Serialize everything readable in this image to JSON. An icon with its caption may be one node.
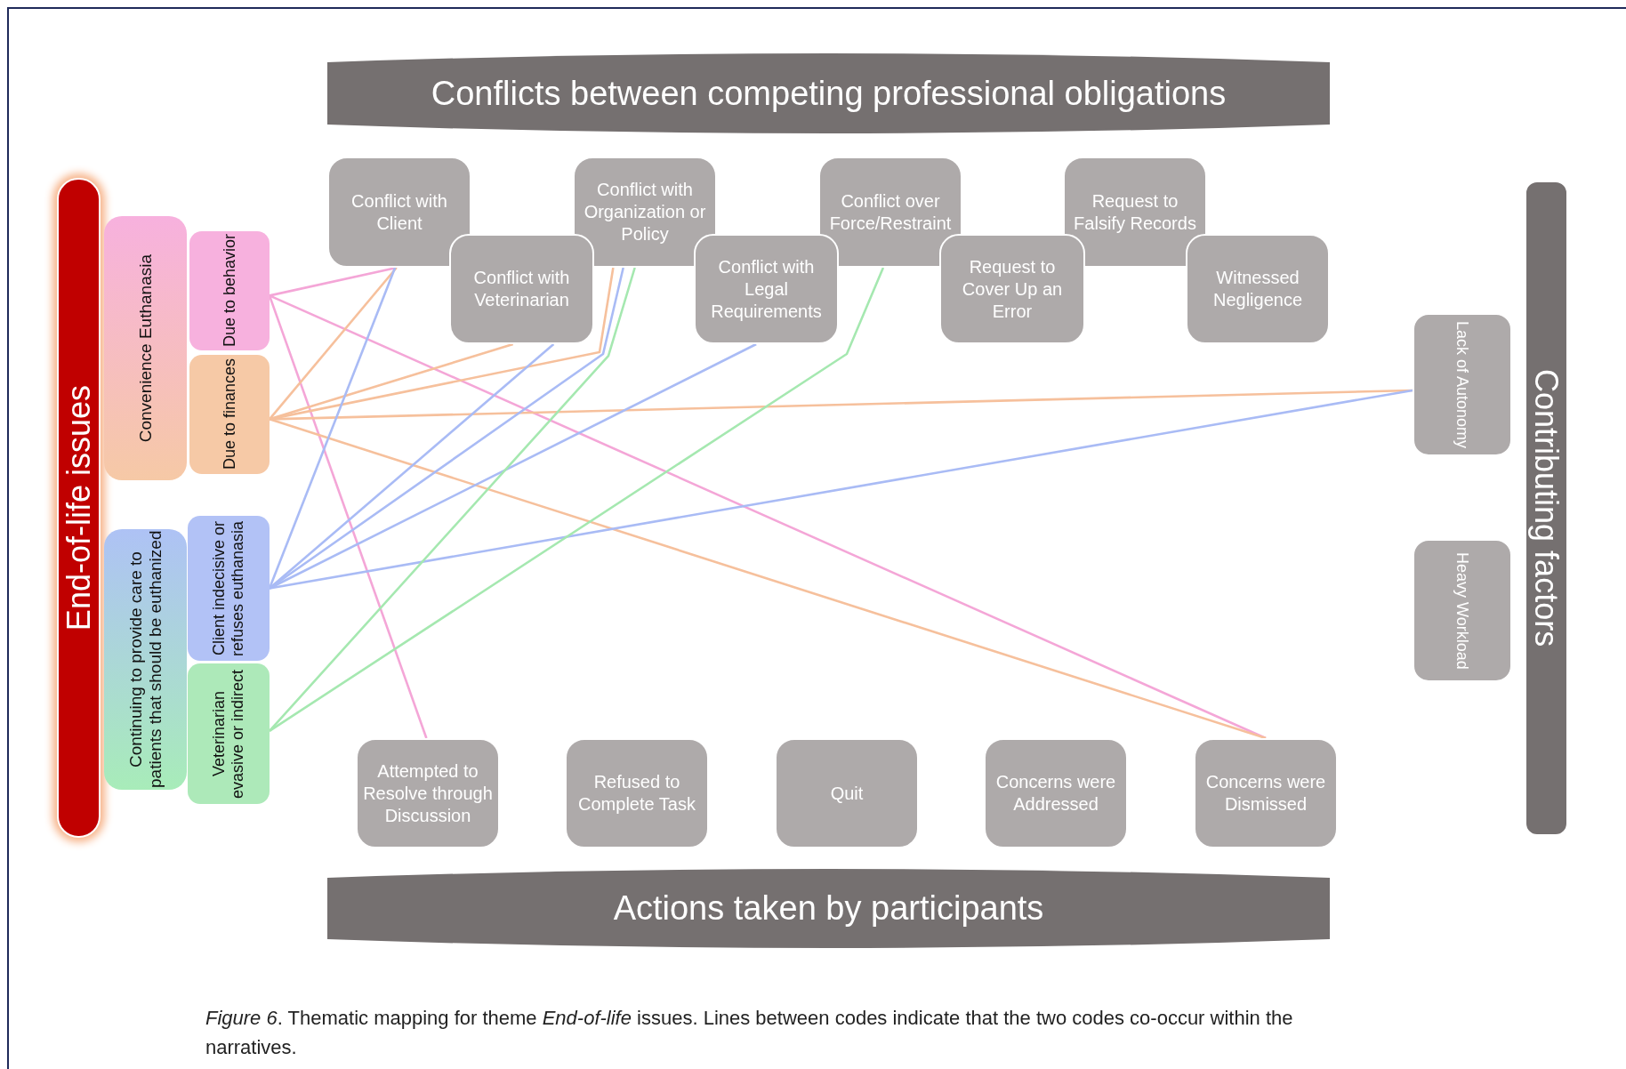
{
  "diagram": {
    "caption": "*Figure 6*. Thematic mapping for theme *End-of-life* issues. Lines between codes indicate that the two codes co-occur within the narratives.",
    "nodes": [
      {
        "text": [
          "End-of-life issues"
        ]
      },
      {
        "text": [
          "Convenience Euthanasia"
        ]
      },
      {
        "text": [
          "Due to behavior"
        ]
      },
      {
        "text": [
          "Due to finances"
        ]
      },
      {
        "text": [
          "Continuing to provide care to patients that should be euthanized"
        ]
      },
      {
        "text": [
          "Client indecisive or refuses euthanasia"
        ]
      },
      {
        "text": [
          "Veterinarian evasive or indirect"
        ]
      },
      {
        "text": [
          "Conflicts between competing professional obligations"
        ]
      },
      {
        "text": [
          "Conflict with Client"
        ]
      },
      {
        "text": [
          "Conflict with Veterinarian"
        ]
      },
      {
        "text": [
          "Conflict with Organization or Policy"
        ]
      },
      {
        "text": [
          "Conflict with Legal Requirements"
        ]
      },
      {
        "text": [
          "Conflict over Force/Restraint"
        ]
      },
      {
        "text": [
          "Request to Cover Up an Error"
        ]
      },
      {
        "text": [
          "Request to Falsify Records"
        ]
      },
      {
        "text": [
          "Witnessed Negligence"
        ]
      },
      {
        "text": [
          "Contributing factors"
        ]
      },
      {
        "text": [
          "Lack of Autonomy"
        ]
      },
      {
        "text": [
          "Heavy Workload"
        ]
      },
      {
        "text": [
          "Actions taken by participants"
        ]
      },
      {
        "text": [
          "Attempted to Resolve through Discussion"
        ]
      },
      {
        "text": [
          "Refused to Complete Task"
        ]
      },
      {
        "text": [
          "Quit"
        ]
      },
      {
        "text": [
          "Concerns were Addressed"
        ]
      },
      {
        "text": [
          "Concerns were Dismissed"
        ]
      }
    ],
    "edges": [
      {
        "from": 2,
        "to": 8,
        "arrow": "none",
        "color": "#f4a6d7"
      },
      {
        "from": 2,
        "to": 20,
        "arrow": "none",
        "color": "#f4a6d7"
      },
      {
        "from": 2,
        "to": 24,
        "arrow": "none",
        "color": "#f4a6d7"
      },
      {
        "from": 3,
        "to": 8,
        "arrow": "none",
        "color": "#f6c09c"
      },
      {
        "from": 3,
        "to": 9,
        "arrow": "none",
        "color": "#f6c09c"
      },
      {
        "from": 3,
        "to": 10,
        "arrow": "none",
        "color": "#f6c09c"
      },
      {
        "from": 3,
        "to": 17,
        "arrow": "none",
        "color": "#f6c09c"
      },
      {
        "from": 3,
        "to": 24,
        "arrow": "none",
        "color": "#f6c09c"
      },
      {
        "from": 5,
        "to": 8,
        "arrow": "none",
        "color": "#a9bbf5"
      },
      {
        "from": 5,
        "to": 9,
        "arrow": "none",
        "color": "#a9bbf5"
      },
      {
        "from": 5,
        "to": 10,
        "arrow": "none",
        "color": "#a9bbf5"
      },
      {
        "from": 5,
        "to": 11,
        "arrow": "none",
        "color": "#a9bbf5"
      },
      {
        "from": 5,
        "to": 17,
        "arrow": "none",
        "color": "#a9bbf5"
      },
      {
        "from": 6,
        "to": 10,
        "arrow": "none",
        "color": "#a5e8b0"
      },
      {
        "from": 6,
        "to": 12,
        "arrow": "none",
        "color": "#a5e8b0"
      }
    ]
  }
}
